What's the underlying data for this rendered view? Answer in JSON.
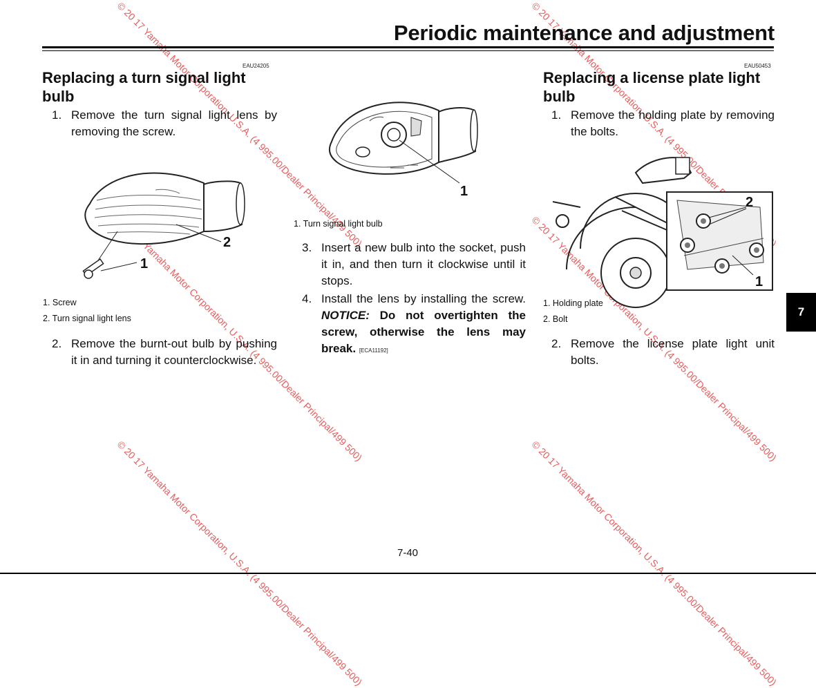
{
  "header": {
    "title": "Periodic maintenance and adjustment"
  },
  "left": {
    "code": "EAU24205",
    "heading": "Replacing a turn signal light bulb",
    "step1": {
      "num": "1.",
      "text": "Remove the turn signal light lens by removing the screw."
    },
    "callouts": {
      "a": "1",
      "b": "2"
    },
    "captions": [
      "1. Screw",
      "2. Turn signal light lens"
    ],
    "step2": {
      "num": "2.",
      "text": "Remove the burnt-out bulb by pushing it in and turning it counterclockwise."
    }
  },
  "middle": {
    "callout": "1",
    "caption": "1. Turn signal light bulb",
    "step3": {
      "num": "3.",
      "text": "Insert a new bulb into the socket, push it in, and then turn it clockwise until it stops."
    },
    "step4": {
      "num": "4.",
      "text_a": "Install the lens by installing the screw. ",
      "notice_label": "NOTICE:",
      "notice_text": " Do not overtighten the screw, otherwise the lens may break.",
      "code": "[ECA11192]"
    }
  },
  "right": {
    "code": "EAU50453",
    "heading": "Replacing a license plate light bulb",
    "step1": {
      "num": "1.",
      "text": "Remove the holding plate by removing the bolts."
    },
    "callouts": {
      "a": "2",
      "b": "1"
    },
    "captions": [
      "1. Holding plate",
      "2. Bolt"
    ],
    "step2": {
      "num": "2.",
      "text": "Remove the license plate light unit bolts."
    }
  },
  "tab_label": "7",
  "page_number": "7-40",
  "watermark": "© 20 17 Yamaha Motor Corporation, U.S.A. (4 995.00/Dealer Principal/499 500)",
  "colors": {
    "watermark": "#e64b4b",
    "text": "#111111"
  }
}
